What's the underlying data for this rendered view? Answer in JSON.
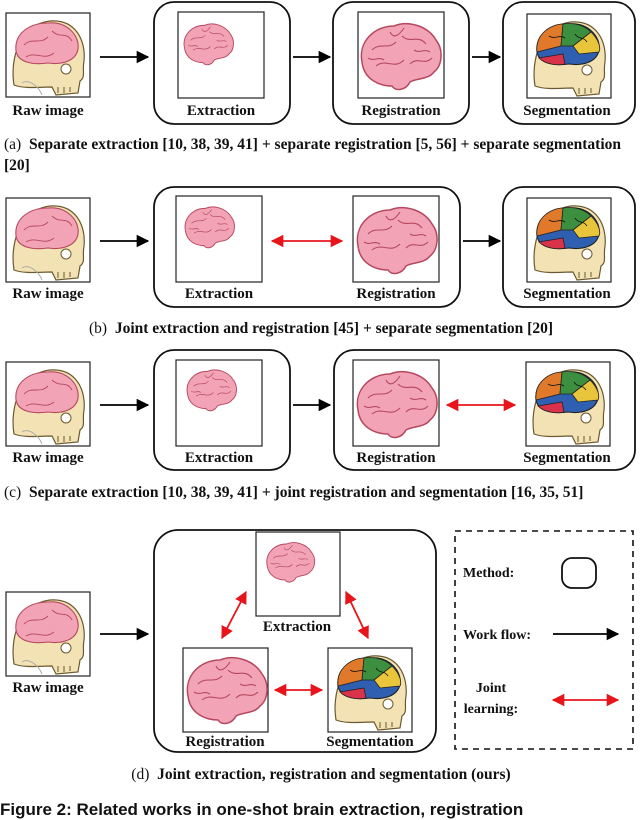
{
  "labels": {
    "raw": "Raw image",
    "extraction": "Extraction",
    "registration": "Registration",
    "segmentation": "Segmentation"
  },
  "legend": {
    "method": "Method:",
    "workflow": "Work flow:",
    "joint_line1": "Joint",
    "joint_line2": "learning:"
  },
  "captions": {
    "a_prefix": "(a)",
    "a_text": "Separate extraction [10, 38, 39, 41] + separate registration [5, 56] + separate segmentation [20]",
    "b_prefix": "(b)",
    "b_text": "Joint extraction and registration [45] + separate segmentation [20]",
    "c_prefix": "(c)",
    "c_text": "Separate extraction [10, 38, 39, 41] + joint registration and segmentation [16, 35, 51]",
    "d_prefix": "(d)",
    "d_text": "Joint extraction, registration and segmentation (ours)"
  },
  "figure_caption": "Figure 2: Related works in one-shot brain extraction, registration",
  "colors": {
    "brain_fill": "#f2a3b6",
    "brain_stroke": "#b5485f",
    "skull": "#f3e2b4",
    "joint_arrow": "#e8141b",
    "workflow_arrow": "#000000"
  }
}
